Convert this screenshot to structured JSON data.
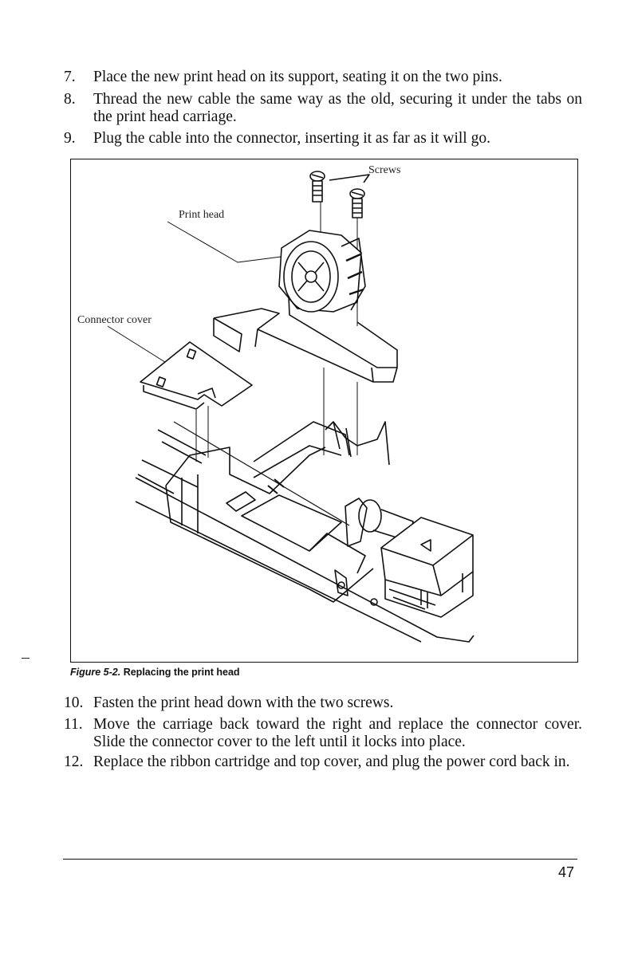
{
  "steps_before": [
    {
      "num": "7.",
      "text": "Place the new print head on its support, seating it on the two pins."
    },
    {
      "num": "8.",
      "text": "Thread the new cable the same way as the old, securing it under the tabs on the print head carriage."
    },
    {
      "num": "9.",
      "text": "Plug the cable into the connector, inserting it as far as it will go."
    }
  ],
  "figure": {
    "labels": {
      "screws": "Screws",
      "print_head": "Print head",
      "connector_cover": "Connector cover"
    },
    "caption_prefix": "Figure 5-2.",
    "caption_text": "Replacing the print head"
  },
  "steps_after": [
    {
      "num": "10.",
      "text": "Fasten the print head down with the two screws."
    },
    {
      "num": "11.",
      "text": "Move the carriage back toward the right and replace the connector cover. Slide the connector cover to the left until it locks into place."
    },
    {
      "num": "12.",
      "text": "Replace the ribbon cartridge and top cover, and plug the power cord back in."
    }
  ],
  "page_number": "47"
}
